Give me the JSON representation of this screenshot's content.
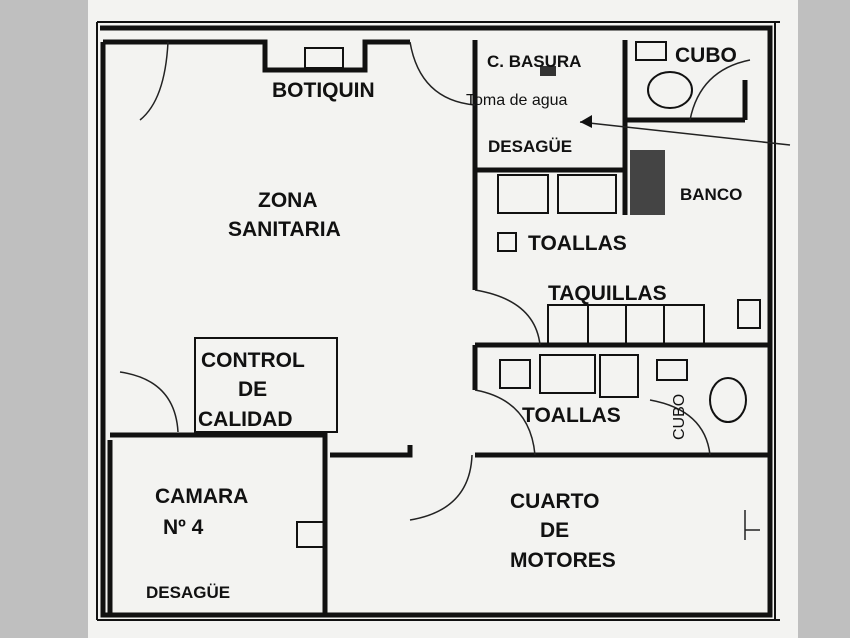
{
  "plan": {
    "rooms": {
      "botiquin": "BOTIQUIN",
      "zona_1": "ZONA",
      "zona_2": "SANITARIA",
      "basura": "C. BASURA",
      "toma": "Toma de agua",
      "desague_top": "DESAGÜE",
      "cubo_top": "CUBO",
      "banco": "BANCO",
      "toallas_top": "TOALLAS",
      "taquillas": "TAQUILLAS",
      "toallas_bottom": "TOALLAS",
      "cubo_bottom": "CUBO",
      "control_1": "CONTROL",
      "control_2": "DE",
      "control_3": "CALIDAD",
      "camara_1": "CAMARA",
      "camara_2": "Nº 4",
      "desague_bottom": "DESAGÜE",
      "cuarto_1": "CUARTO",
      "cuarto_2": "DE",
      "cuarto_3": "MOTORES"
    }
  }
}
